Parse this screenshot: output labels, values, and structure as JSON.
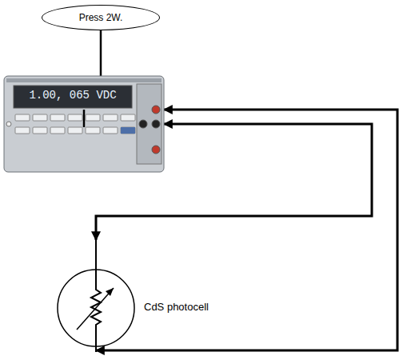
{
  "diagram": {
    "nodes": [
      {
        "text": [
          "Press 2W."
        ]
      },
      {
        "text": [
          "1.00, 065 VDC"
        ]
      },
      {
        "text": [
          "CdS photocell"
        ]
      }
    ],
    "edges": [
      {
        "from": 0,
        "to": 1,
        "arrow": "none"
      },
      {
        "from": 1,
        "to": 2,
        "arrow": "both"
      },
      {
        "from": 1,
        "to": 2,
        "arrow": "both"
      }
    ]
  }
}
